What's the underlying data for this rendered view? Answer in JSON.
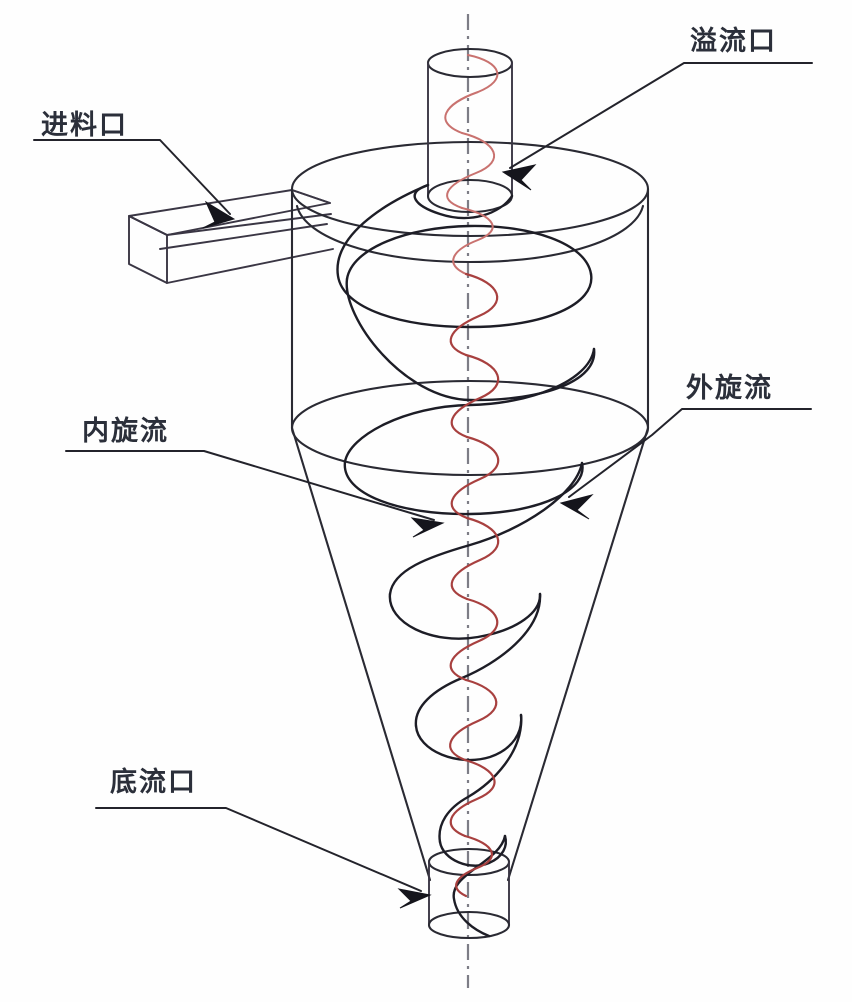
{
  "figure": {
    "kind": "technical-line-diagram",
    "subject": "hydrocyclone-flow-schematic",
    "background_color": "#fefefe",
    "line_color": "#2a2a33",
    "inner_vortex_color": "#a8403f",
    "outer_vortex_color": "#1d1d26",
    "centerline_color": "#7d7d86"
  },
  "labels": {
    "feed_inlet": "进料口",
    "overflow_outlet": "溢流口",
    "inner_vortex": "内旋流",
    "outer_vortex": "外旋流",
    "underflow_outlet": "底流口"
  },
  "parts": {
    "feed_duct": "rectangular-tangential-feed-duct",
    "vortex_finder": "overflow-pipe-cylinder",
    "cylinder_body": "cylindrical-section",
    "cone_body": "conical-section",
    "apex_pipe": "underflow-spigot-cylinder",
    "center_axis": "centerline-dash-dot"
  }
}
